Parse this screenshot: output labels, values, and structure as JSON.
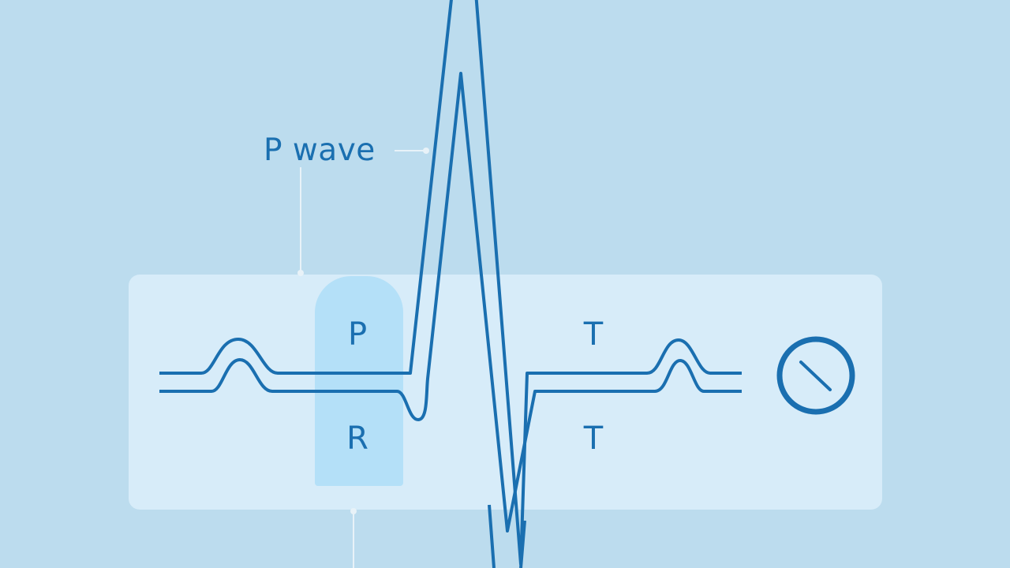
{
  "diagram": {
    "title_label": "P wave",
    "segment_labels": {
      "upper_left": "P",
      "lower_left": "R",
      "upper_right": "T",
      "lower_right": "T"
    },
    "icon": "clock-icon",
    "colors": {
      "background": "#bcdcee",
      "panel": "#dceefa",
      "highlight": "#b4e0f8",
      "trace": "#1a6fb0",
      "leader": "#e8f2f8"
    }
  }
}
